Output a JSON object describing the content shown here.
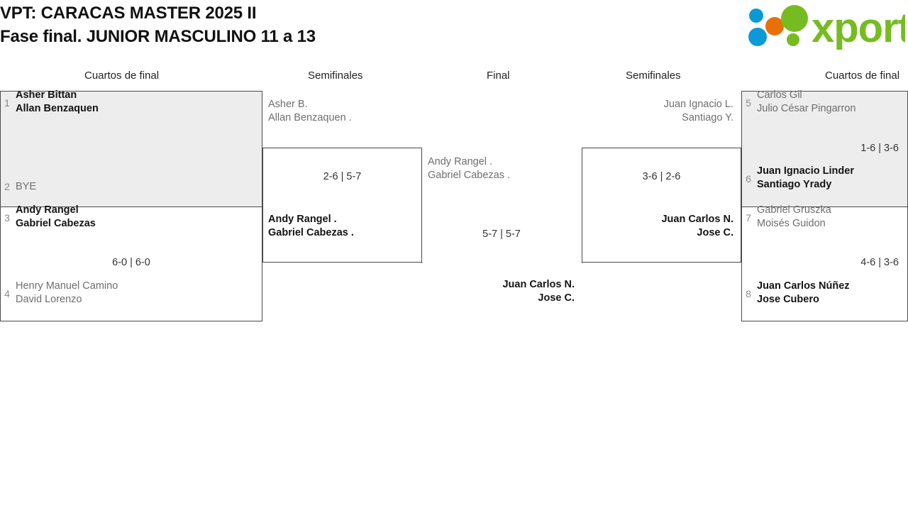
{
  "header": {
    "title_line1": "VPT: CARACAS MASTER 2025 II",
    "title_line2": "Fase final. JUNIOR MASCULINO 11 a 13",
    "logo_text": "xporty",
    "logo_colors": {
      "green": "#76bc21",
      "orange": "#e8700a",
      "blue": "#0b9ad6"
    }
  },
  "rounds": {
    "qf_left": "Cuartos de final",
    "sf_left": "Semifinales",
    "final": "Final",
    "sf_right": "Semifinales",
    "qf_right": "Cuartos de final"
  },
  "colors": {
    "highlight_bg": "#ededed",
    "border": "#4a4a4a",
    "winner_text": "#141414",
    "loser_text": "#6e6e6e",
    "seed_text": "#8a8a8a"
  },
  "bracket": {
    "qf_left": [
      {
        "seeds": [
          "1",
          "2"
        ],
        "top": {
          "line1": "Asher Bittan",
          "line2": "Allan Benzaquen",
          "winner": true
        },
        "bottom": {
          "line1": "BYE",
          "line2": "",
          "winner": false
        },
        "score": ""
      },
      {
        "seeds": [
          "3",
          "4"
        ],
        "top": {
          "line1": "Andy Rangel",
          "line2": "Gabriel Cabezas",
          "winner": true
        },
        "bottom": {
          "line1": "Henry Manuel Camino",
          "line2": "David Lorenzo",
          "winner": false
        },
        "score": "6-0 | 6-0"
      }
    ],
    "sf_left": [
      {
        "top": {
          "line1": "Asher B.",
          "line2": "Allan Benzaquen .",
          "winner": false
        },
        "bottom": {
          "line1": "Andy Rangel .",
          "line2": "Gabriel Cabezas .",
          "winner": true
        },
        "score": "2-6 | 5-7"
      }
    ],
    "final": [
      {
        "top": {
          "line1": "Andy Rangel .",
          "line2": "Gabriel Cabezas .",
          "winner": false
        },
        "bottom": {
          "line1": "Juan Carlos N.",
          "line2": "Jose C.",
          "winner": true
        },
        "score": "5-7 | 5-7"
      }
    ],
    "sf_right": [
      {
        "top": {
          "line1": "Juan Ignacio L.",
          "line2": "Santiago Y.",
          "winner": false
        },
        "bottom": {
          "line1": "Juan Carlos N.",
          "line2": "Jose C.",
          "winner": true
        },
        "score": "3-6 | 2-6"
      }
    ],
    "qf_right": [
      {
        "seeds": [
          "5",
          "6"
        ],
        "top": {
          "line1": "Carlos Gil",
          "line2": "Julio César Pingarron",
          "winner": false
        },
        "bottom": {
          "line1": "Juan Ignacio Linder",
          "line2": "Santiago Yrady",
          "winner": true
        },
        "score": "1-6 | 3-6"
      },
      {
        "seeds": [
          "7",
          "8"
        ],
        "top": {
          "line1": "Gabriel Gruszka",
          "line2": "Moisés Guidon",
          "winner": false
        },
        "bottom": {
          "line1": "Juan Carlos Núñez",
          "line2": "Jose Cubero",
          "winner": true
        },
        "score": "4-6 | 3-6"
      }
    ]
  }
}
